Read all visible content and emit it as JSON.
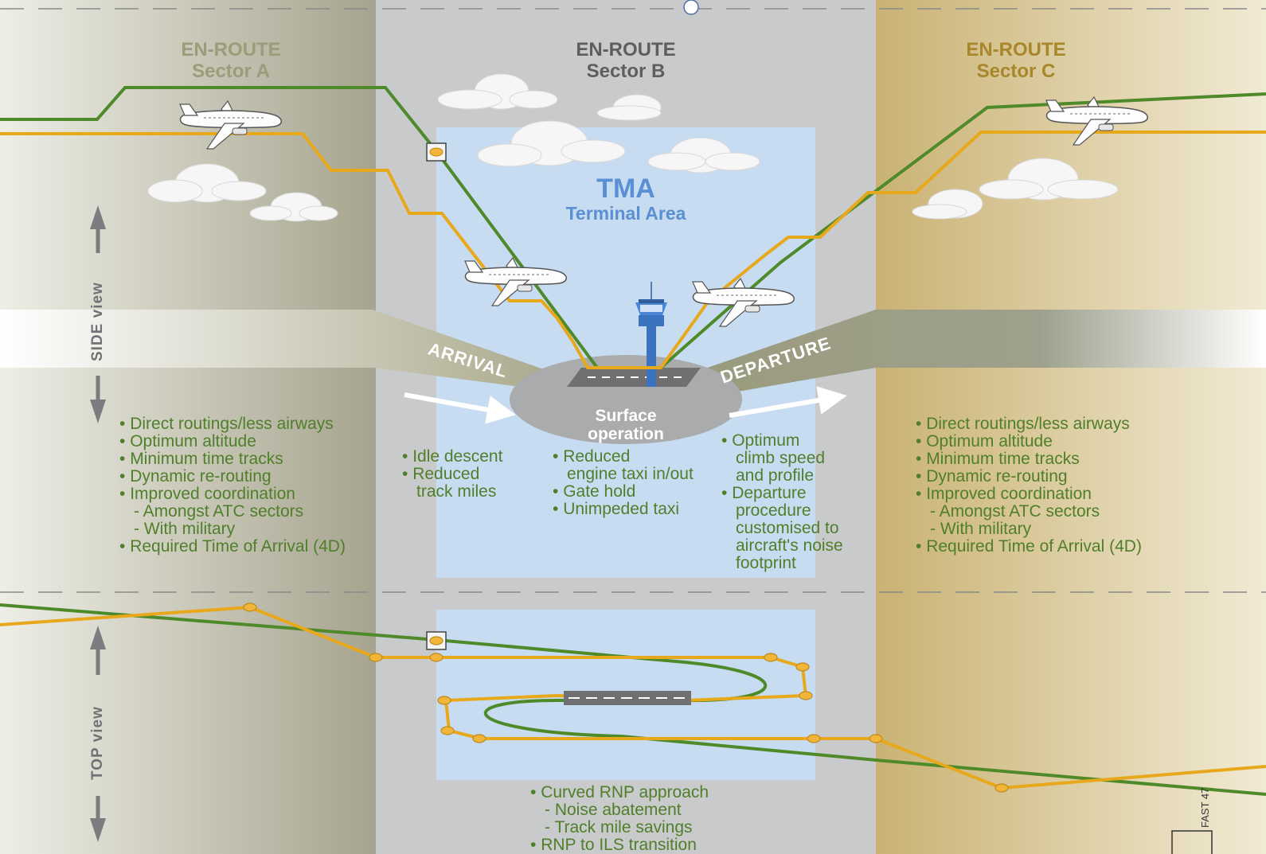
{
  "sectors": {
    "a": {
      "title": "EN-ROUTE",
      "subtitle": "Sector A"
    },
    "b": {
      "title": "EN-ROUTE",
      "subtitle": "Sector B"
    },
    "c": {
      "title": "EN-ROUTE",
      "subtitle": "Sector C"
    },
    "tma": {
      "title": "TMA",
      "subtitle": "Terminal Area"
    }
  },
  "view_labels": {
    "side": "SIDE view",
    "top": "TOP view"
  },
  "phases": {
    "arrival": "ARRIVAL",
    "departure": "DEPARTURE",
    "surface_line1": "Surface",
    "surface_line2": "operation"
  },
  "benefits": {
    "sector_a": [
      {
        "text": "Direct routings/less airways",
        "kind": "b"
      },
      {
        "text": "Optimum altitude",
        "kind": "b"
      },
      {
        "text": "Minimum time tracks",
        "kind": "b"
      },
      {
        "text": "Dynamic re-routing",
        "kind": "b"
      },
      {
        "text": "Improved coordination",
        "kind": "b"
      },
      {
        "text": "- Amongst ATC sectors",
        "kind": "s"
      },
      {
        "text": "- With military",
        "kind": "s"
      },
      {
        "text": "Required Time of Arrival (4D)",
        "kind": "b"
      }
    ],
    "arrival": [
      {
        "text": "Idle descent",
        "kind": "b"
      },
      {
        "text": "Reduced",
        "kind": "b"
      },
      {
        "text": "track miles",
        "kind": "c"
      }
    ],
    "surface": [
      {
        "text": "Reduced",
        "kind": "b"
      },
      {
        "text": "engine taxi in/out",
        "kind": "c"
      },
      {
        "text": "Gate hold",
        "kind": "b"
      },
      {
        "text": "Unimpeded taxi",
        "kind": "b"
      }
    ],
    "departure": [
      {
        "text": "Optimum",
        "kind": "b"
      },
      {
        "text": "climb speed",
        "kind": "c"
      },
      {
        "text": "and profile",
        "kind": "c"
      },
      {
        "text": "Departure",
        "kind": "b"
      },
      {
        "text": "procedure",
        "kind": "c"
      },
      {
        "text": "customised to",
        "kind": "c"
      },
      {
        "text": "aircraft's noise",
        "kind": "c"
      },
      {
        "text": "footprint",
        "kind": "c"
      }
    ],
    "sector_c": [
      {
        "text": "Direct routings/less airways",
        "kind": "b"
      },
      {
        "text": "Optimum altitude",
        "kind": "b"
      },
      {
        "text": "Minimum time tracks",
        "kind": "b"
      },
      {
        "text": "Dynamic re-routing",
        "kind": "b"
      },
      {
        "text": "Improved coordination",
        "kind": "b"
      },
      {
        "text": "- Amongst ATC sectors",
        "kind": "s"
      },
      {
        "text": "- With military",
        "kind": "s"
      },
      {
        "text": "Required Time of Arrival (4D)",
        "kind": "b"
      }
    ],
    "tma_top": [
      {
        "text": "Curved RNP approach",
        "kind": "b"
      },
      {
        "text": "- Noise abatement",
        "kind": "s"
      },
      {
        "text": "- Track mile savings",
        "kind": "s"
      },
      {
        "text": "RNP to ILS transition",
        "kind": "b"
      }
    ]
  },
  "figure_id": "FAST 47",
  "colors": {
    "green_track": "#4e8a2a",
    "orange_track": "#e8a81c",
    "sector_a_title": "#9a9c7a",
    "sector_b_title": "#5d5e60",
    "sector_c_title": "#a8862a",
    "tma_title": "#5b8fd3",
    "bullet_text": "#4f7f2a",
    "tma_background": "#c7dcf1",
    "sector_b_background": "#c9cacb"
  }
}
